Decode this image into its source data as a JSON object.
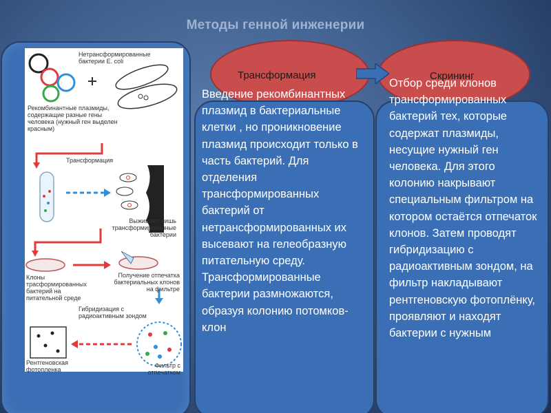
{
  "slide": {
    "title": "Методы генной инженерии"
  },
  "diagram": {
    "labels": [
      "Нетрансформированные бактерии E. coli",
      "Рекомбинантные плазмиды, содержащие разные гены человека (нужный ген выделен красным)",
      "Трансформация",
      "Выживают лишь трансформированные бактерии",
      "Клоны трасформированных бактерий на питательной среде",
      "Получение отпечатка бактериальных клонов на фильтре",
      "Гибридизация с радиоактивным зондом",
      "Рентгеновская фотопленка",
      "Фильтр с отпечатком"
    ],
    "colors": {
      "plasmid_red": "#e23a3a",
      "plasmid_blue": "#2f8fd8",
      "plasmid_green": "#35a84a",
      "plasmid_black": "#222222",
      "arrow_red": "#e23a3a",
      "arrow_blue": "#2f8fd8"
    }
  },
  "headers": {
    "left": "Трансформация",
    "right": "Скрининг"
  },
  "transformation_text": "Введение рекомбинантных плазмид в бактериальные клетки , но проникновение плазмид происходит только в часть бактерий. Для отделения трансформированных бактерий от нетрансформированных их высевают на гелеобразную питательную среду. Трансформированные бактерии размножаются, образуя колонию потомков-клон",
  "screening_text": "Отбор среди клонов трансформированных бактерий тех, которые содержат плазмиды, несущие нужный ген человека. Для этого колонию накрывают специальным фильтром на котором остаётся отпечаток клонов. Затем проводят гибридизацию с радиоактивным зондом, на фильтр накладывают рентгеновскую фотоплёнку, проявляют и находят бактерии с нужным",
  "theme": {
    "panel_blue": "#3a6fb5",
    "oval_red": "#c94d4d",
    "title_color": "#9fb2d2"
  }
}
